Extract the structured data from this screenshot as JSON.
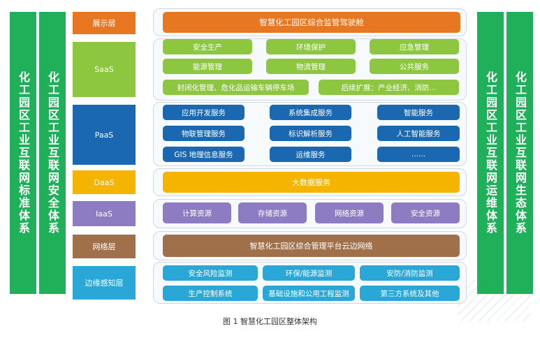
{
  "pillars": {
    "standard": "化工园区工业互联网标准体系",
    "security": "化工园区工业互联网安全体系",
    "operations": "化工园区工业互联网运维体系",
    "ecosystem": "化工园区工业互联网生态体系"
  },
  "layers": {
    "display": {
      "label": "展示层",
      "items": [
        "智慧化工园区综合监管驾驶舱"
      ]
    },
    "saas": {
      "label": "SaaS",
      "items": [
        "安全生产",
        "环境保护",
        "应急管理",
        "能源管理",
        "物流管理",
        "公共服务",
        "封闭化管理、危化品运输车辆停车场",
        "后续扩展：产业经济、消防..."
      ]
    },
    "paas": {
      "label": "PaaS",
      "items": [
        "应用开发服务",
        "系统集成服务",
        "智能服务",
        "物联管理服务",
        "标识解析服务",
        "人工智能服务",
        "GIS 地理信息服务",
        "运维服务",
        "......"
      ]
    },
    "daas": {
      "label": "DaaS",
      "items": [
        "大数据服务"
      ]
    },
    "iaas": {
      "label": "IaaS",
      "items": [
        "计算资源",
        "存储资源",
        "网络资源",
        "安全资源"
      ]
    },
    "network": {
      "label": "网络层",
      "items": [
        "智慧化工园区综合管理平台云边网络"
      ]
    },
    "edge": {
      "label": "边缘感知层",
      "items": [
        "安全风险监测",
        "环保/能源监测",
        "安防/消防监测",
        "生产控制系统",
        "基础设施和公用工程监测",
        "第三方系统及其他"
      ]
    }
  },
  "caption": "图 1  智慧化工园区整体架构",
  "colors": {
    "pillar": "#20b05a",
    "display": "#e87722",
    "saas": "#8dc63f",
    "paas": "#1a68b1",
    "daas": "#f4b400",
    "iaas": "#8e7cc3",
    "network": "#a0704a",
    "edge": "#29a8d8"
  }
}
